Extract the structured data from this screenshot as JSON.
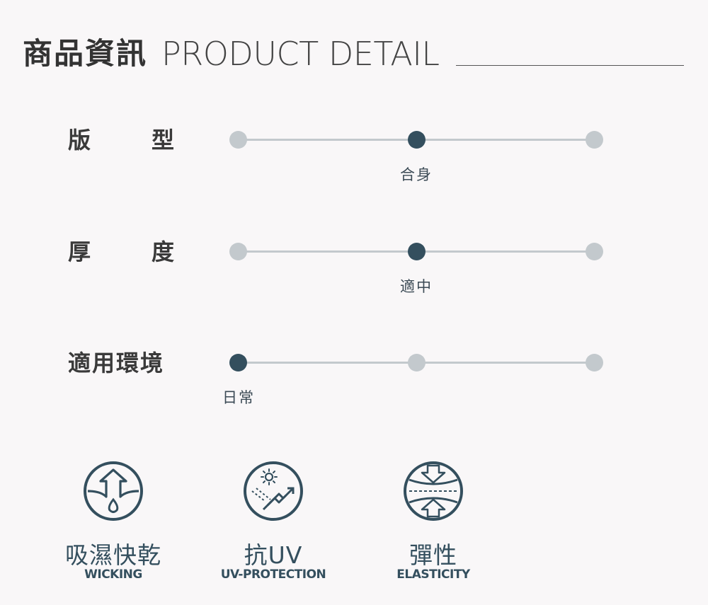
{
  "header": {
    "title_zh": "商品資訊",
    "title_en": "PRODUCT DETAIL"
  },
  "attributes": [
    {
      "label": "版型",
      "chars": [
        "版",
        "型"
      ],
      "options": 3,
      "selected_index": 1,
      "value": "合身"
    },
    {
      "label": "厚度",
      "chars": [
        "厚",
        "度"
      ],
      "options": 3,
      "selected_index": 1,
      "value": "適中"
    },
    {
      "label": "適用環境",
      "options": 3,
      "selected_index": 0,
      "value": "日常"
    }
  ],
  "features": [
    {
      "icon": "wicking-icon",
      "name_zh": "吸濕快乾",
      "name_en": "WICKING"
    },
    {
      "icon": "uv-protection-icon",
      "name_zh": "抗UV",
      "name_en": "UV-PROTECTION"
    },
    {
      "icon": "elasticity-icon",
      "name_zh": "彈性",
      "name_en": "ELASTICITY"
    }
  ],
  "colors": {
    "accent": "#344f5e",
    "track": "#c3c9cd",
    "background": "#f9f7f8"
  }
}
